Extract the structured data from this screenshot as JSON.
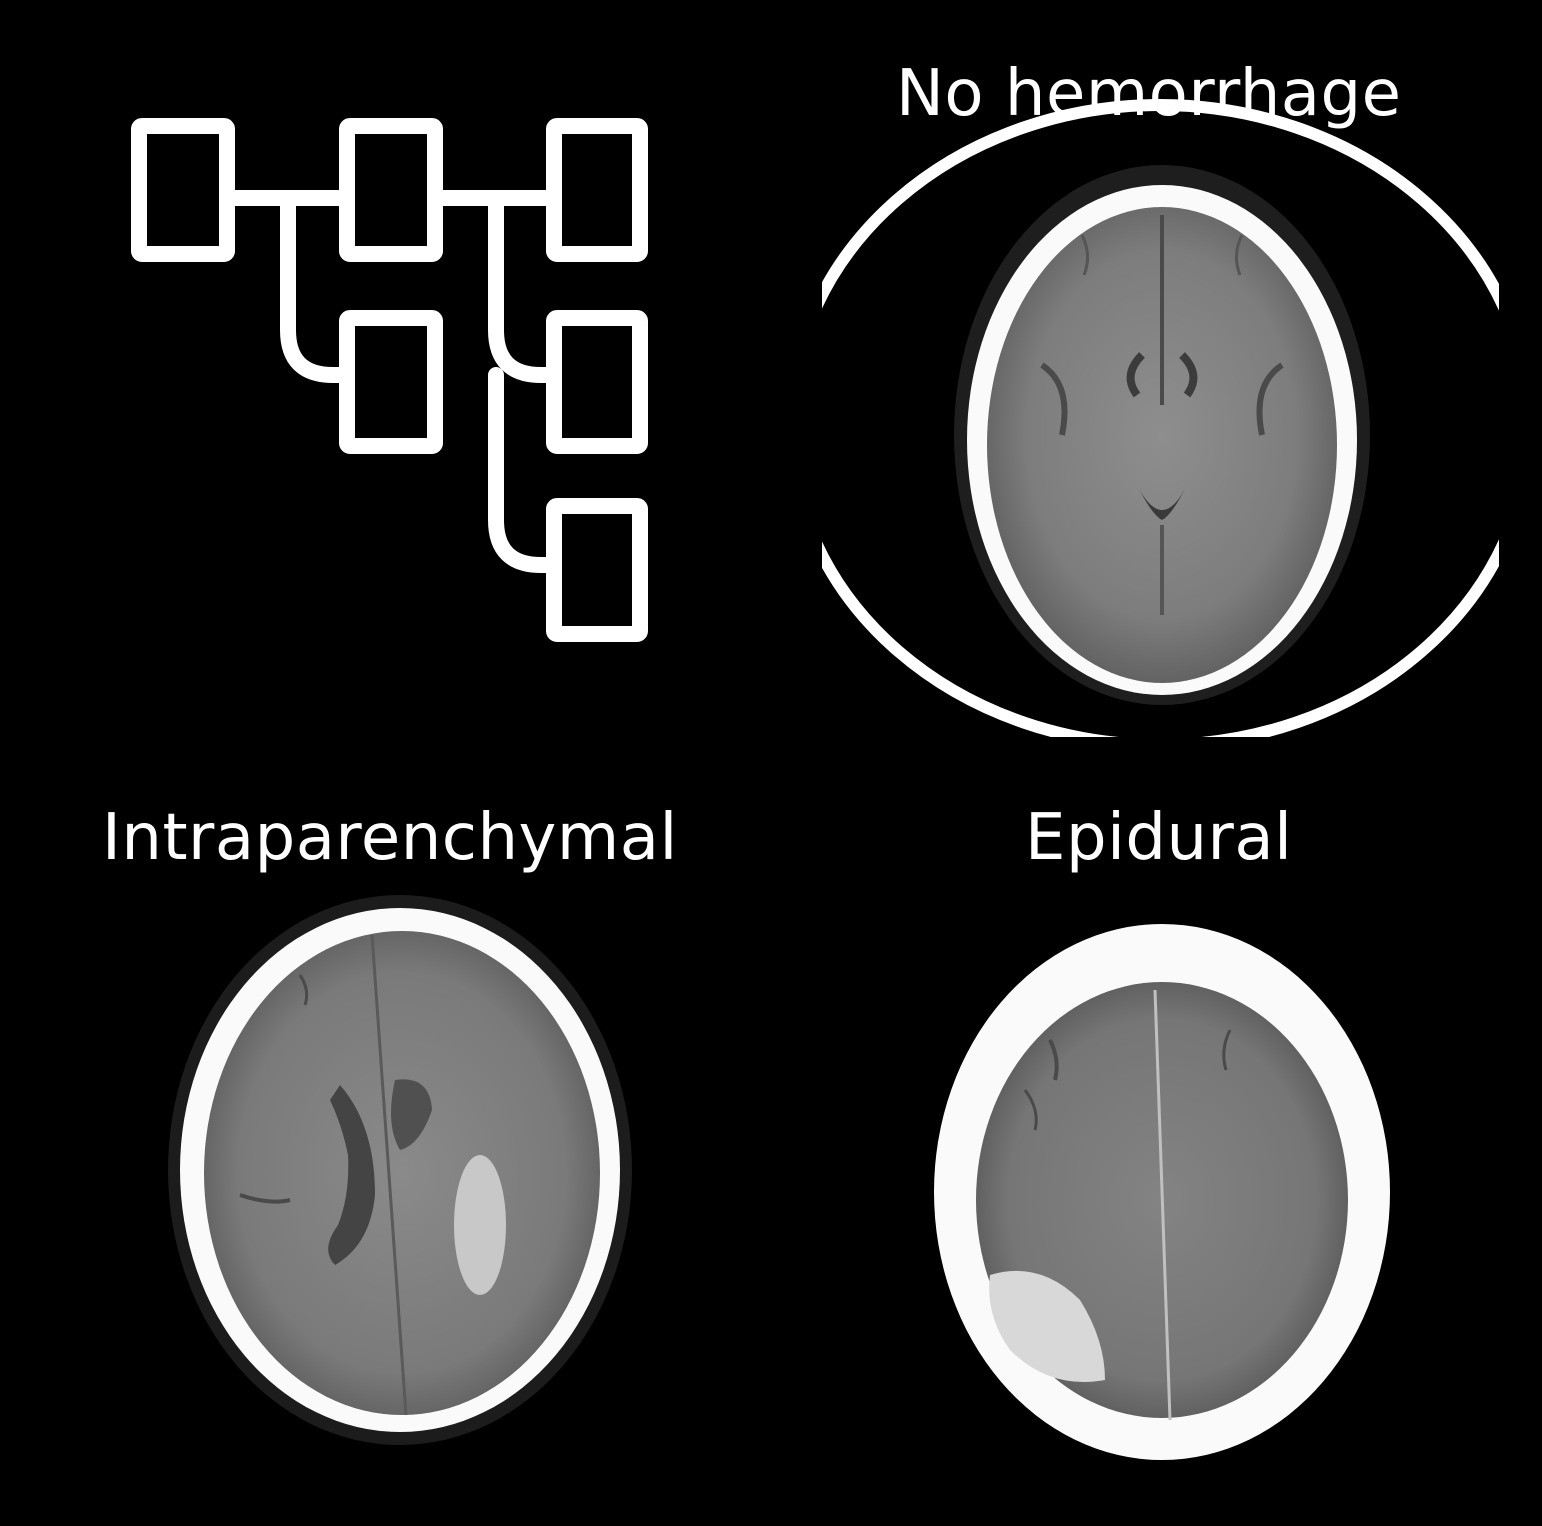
{
  "labels": {
    "no_hemorrhage": "No hemorrhage",
    "intraparenchymal": "Intraparenchymal",
    "epidural": "Epidural"
  },
  "icon": {
    "name": "hierarchy-tree-icon",
    "color": "#ffffff"
  },
  "colors": {
    "background": "#000000",
    "text": "#ffffff"
  }
}
